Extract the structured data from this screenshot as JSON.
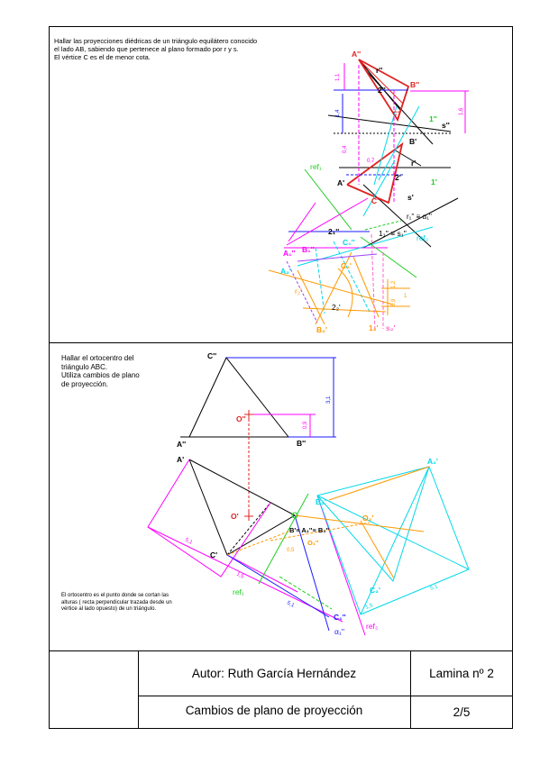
{
  "problem1": {
    "lines": [
      "Hallar las proyecciones diédricas de un triángulo equilátero conocido",
      "el lado AB, sabiendo que pertenece al plano formado por r y s.",
      "El vértice C es el de menor cota."
    ]
  },
  "problem2": {
    "lines": [
      "Hallar el ortocentro del",
      "triángulo ABC.",
      "Utiliza cambios de plano",
      "de proyección."
    ]
  },
  "note": {
    "lines": [
      "El ortocentro es el punto donde se cortan las",
      "alturas   ( recta perpendicular trazada desde un",
      "vértice al lado opuesto)     de un triángulo."
    ]
  },
  "labels1": {
    "A2": "A''",
    "r2": "r''",
    "B2": "B''",
    "two2": "2''",
    "s2": "s''",
    "one2": "1''",
    "Bp": "B'",
    "rp": "r'",
    "Ap": "A'",
    "twop": "2'",
    "sp": "s'",
    "onep": "1'",
    "ref1": "ref₁",
    "Cp": "C'",
    "r1alpha": "r₁'' ≡ α₁''",
    "A1": "A₁''",
    "B1": "B₁''",
    "two1": "2₁''",
    "one1s1": "1₁'' ≡ s₁''",
    "ref2": "ref₂",
    "C1": "C₁''",
    "A2p": "A₂'",
    "C2": "C₂'",
    "r2p": "r₂'",
    "two2p": "2₂'",
    "B2p": "B₂'",
    "one2p": "1₂'",
    "s2p": "s₂'",
    "C2dd": "C''",
    "d11": "1,1",
    "d14": "1,4",
    "d16": "1,6",
    "d04": "0,4",
    "d07": "0,7",
    "d12": "1,2",
    "d09": "0,9",
    "d1": "1"
  },
  "labels2": {
    "C2": "C''",
    "O2": "O''",
    "A2": "A''",
    "B2": "B''",
    "Ap": "A'",
    "Op": "O'",
    "Cp": "C'",
    "B1eq": "B'≡ A₁''≡ B₁''",
    "O1": "O₁''",
    "C1": "C₁''",
    "alpha1": "α₁''",
    "ref1": "ref₁",
    "ref2": "ref₂",
    "B2p": "B₂'",
    "A2p": "A₂'",
    "O2p": "O₂'",
    "C2p": "C₂'",
    "d31": "3,1",
    "d09": "0,9",
    "d5": "5,1",
    "d15": "1,5",
    "d05": "0,5"
  },
  "titleblock": {
    "author": "Autor: Ruth García Hernández",
    "sheet": "Lamina nº 2",
    "subject": "Cambios de plano de proyección",
    "page": "2/5"
  },
  "colors": {
    "black": "#000000",
    "red": "#e02020",
    "blue": "#1a1aff",
    "magenta": "#ff00ff",
    "cyan": "#00d8e8",
    "green": "#22cc22",
    "orange": "#ff9900",
    "pink": "#ff66cc",
    "violet": "#a040ff"
  }
}
